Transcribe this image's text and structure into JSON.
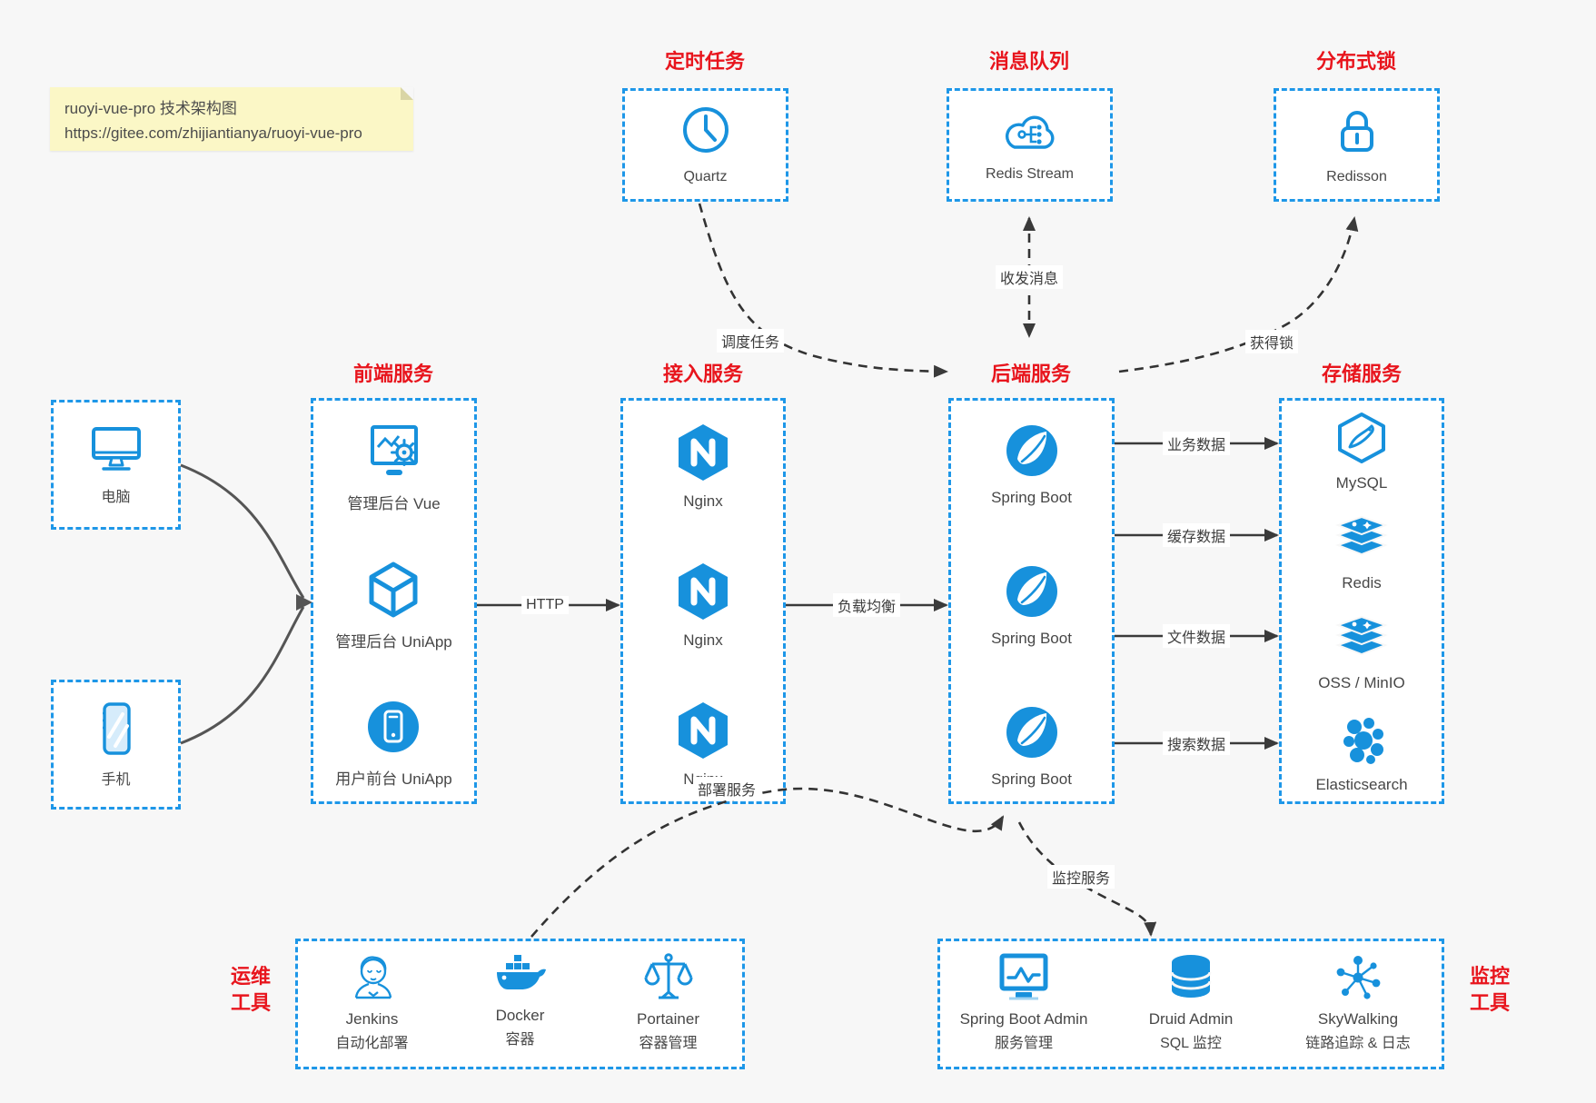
{
  "note": {
    "line1": "ruoyi-vue-pro 技术架构图",
    "line2": "https://gitee.com/zhijiantianya/ruoyi-vue-pro"
  },
  "top_sections": [
    {
      "title": "定时任务",
      "item": "Quartz"
    },
    {
      "title": "消息队列",
      "item": "Redis Stream"
    },
    {
      "title": "分布式锁",
      "item": "Redisson"
    }
  ],
  "clients": [
    {
      "label": "电脑"
    },
    {
      "label": "手机"
    }
  ],
  "columns": [
    {
      "title": "前端服务",
      "items": [
        {
          "label": "管理后台 Vue"
        },
        {
          "label": "管理后台 UniApp"
        },
        {
          "label": "用户前台 UniApp"
        }
      ]
    },
    {
      "title": "接入服务",
      "items": [
        {
          "label": "Nginx"
        },
        {
          "label": "Nginx"
        },
        {
          "label": "Nginx"
        }
      ]
    },
    {
      "title": "后端服务",
      "items": [
        {
          "label": "Spring Boot"
        },
        {
          "label": "Spring Boot"
        },
        {
          "label": "Spring Boot"
        }
      ]
    },
    {
      "title": "存储服务",
      "items": [
        {
          "label": "MySQL"
        },
        {
          "label": "Redis"
        },
        {
          "label": "OSS / MinIO"
        },
        {
          "label": "Elasticsearch"
        }
      ]
    }
  ],
  "tool_sections": [
    {
      "side_line1": "运维",
      "side_line2": "工具",
      "items": [
        {
          "line1": "Jenkins",
          "line2": "自动化部署"
        },
        {
          "line1": "Docker",
          "line2": "容器"
        },
        {
          "line1": "Portainer",
          "line2": "容器管理"
        }
      ]
    },
    {
      "side_line1": "监控",
      "side_line2": "工具",
      "items": [
        {
          "line1": "Spring Boot Admin",
          "line2": "服务管理"
        },
        {
          "line1": "Druid Admin",
          "line2": "SQL 监控"
        },
        {
          "line1": "SkyWalking",
          "line2": "链路追踪 & 日志"
        }
      ]
    }
  ],
  "edge_labels": {
    "schedule": "调度任务",
    "message": "收发消息",
    "lock": "获得锁",
    "http": "HTTP",
    "load_balance": "负载均衡",
    "business_data": "业务数据",
    "cache_data": "缓存数据",
    "file_data": "文件数据",
    "search_data": "搜索数据",
    "deploy": "部署服务",
    "monitor": "监控服务"
  },
  "colors": {
    "accent_blue": "#1791dc",
    "border_blue": "#1e97e8",
    "title_red": "#e8151d",
    "arrow_dark": "#3a3a3a",
    "client_arrow_gray": "#555555",
    "note_bg": "#fbf7c6",
    "page_bg": "#f7f7f7"
  }
}
